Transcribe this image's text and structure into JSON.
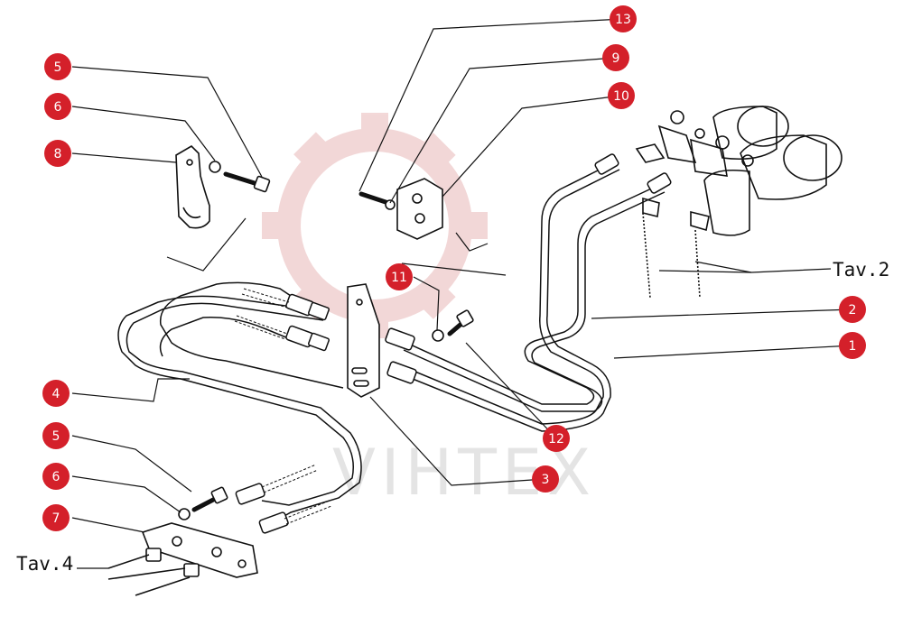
{
  "diagram": {
    "refs": [
      {
        "id": "tav2",
        "text": "Tav.2"
      },
      {
        "id": "tav4",
        "text": "Tav.4"
      }
    ],
    "callouts": [
      {
        "id": "c13",
        "label": "13"
      },
      {
        "id": "c9",
        "label": "9"
      },
      {
        "id": "c10",
        "label": "10"
      },
      {
        "id": "c5a",
        "label": "5"
      },
      {
        "id": "c6a",
        "label": "6"
      },
      {
        "id": "c8",
        "label": "8"
      },
      {
        "id": "c11",
        "label": "11"
      },
      {
        "id": "c2",
        "label": "2"
      },
      {
        "id": "c1",
        "label": "1"
      },
      {
        "id": "c4",
        "label": "4"
      },
      {
        "id": "c12",
        "label": "12"
      },
      {
        "id": "c5b",
        "label": "5"
      },
      {
        "id": "c3",
        "label": "3"
      },
      {
        "id": "c6b",
        "label": "6"
      },
      {
        "id": "c7",
        "label": "7"
      }
    ],
    "watermark": "VIHTEX"
  },
  "colors": {
    "badge": "#d4202a",
    "line": "#111111",
    "watermark_red": "#e8b0b0",
    "watermark_gray": "#cfcfcf"
  }
}
